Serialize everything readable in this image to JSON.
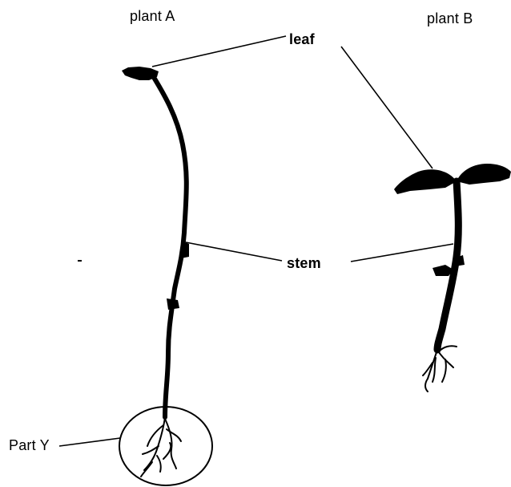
{
  "labels": {
    "plant_a": "plant A",
    "plant_b": "plant B",
    "leaf": "leaf",
    "stem": "stem",
    "part_y": "Part Y"
  },
  "colors": {
    "ink": "#000000",
    "background": "#ffffff"
  }
}
